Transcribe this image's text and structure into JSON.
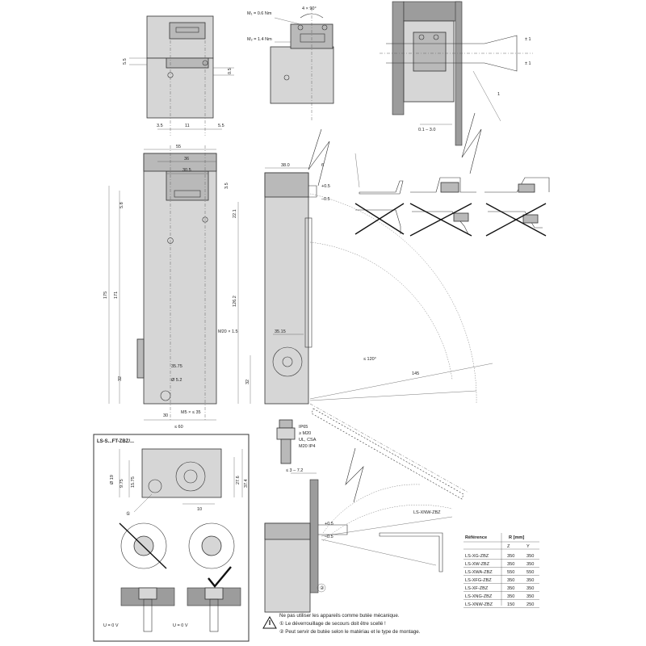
{
  "top_view": {
    "dims": [
      "5.5",
      "0.5",
      "3.5",
      "11",
      "5.5"
    ]
  },
  "torque_view": {
    "torque_1": "M₁ = 0.6 Nm",
    "torque_2": "M₂ = 1.4 Nm",
    "rotation": "4 × 90°"
  },
  "actuator_view": {
    "dims": [
      "± 1",
      "± 1",
      "0.1 – 3.0",
      "1"
    ]
  },
  "front_view": {
    "dims": [
      "55",
      "36",
      "30.5",
      "3.5",
      "22.1",
      "5.8",
      "175",
      "171",
      "126.2",
      "M20 × 1.5",
      "35.75",
      "Ø 5.2",
      "32",
      "30",
      "M5 × ≤ 35",
      "≤ 60"
    ]
  },
  "side_view": {
    "dims": [
      "38.0",
      "6",
      "+0.5",
      "–0.5",
      "35.15",
      "32",
      "≤ 120°",
      "145"
    ]
  },
  "gland_note": [
    "IP65",
    "≥ M20",
    "UL, CSA",
    "M20 IP4"
  ],
  "inset": {
    "title": "LS-S...FT-ZBZ/...",
    "dims": [
      "Ø 19",
      "9.75",
      "15.75",
      "37.4",
      "27.6",
      "10"
    ],
    "marker": "①",
    "label_u1": "U = 0 V",
    "label_u2": "U = 0 V"
  },
  "bottom_side": {
    "dim_top": "≤ 3 – 7.2",
    "offsets": [
      "+0.5",
      "–0.5"
    ],
    "part_ref": "LS-XNW-ZBZ",
    "marker": "②"
  },
  "radius_table": {
    "header": [
      "Référence",
      "R [mm]"
    ],
    "subheader": [
      "",
      "Z",
      "Y"
    ],
    "rows": [
      [
        "LS-XG-ZBZ",
        "350",
        "350"
      ],
      [
        "LS-XW-ZBZ",
        "350",
        "350"
      ],
      [
        "LS-XWA-ZBZ",
        "550",
        "550"
      ],
      [
        "LS-XFG-ZBZ",
        "350",
        "350"
      ],
      [
        "LS-XF-ZBZ",
        "350",
        "350"
      ],
      [
        "LS-XNG-ZBZ",
        "350",
        "350"
      ],
      [
        "LS-XNW-ZBZ",
        "150",
        "250"
      ]
    ]
  },
  "notes": [
    "Ne pas utiliser les appareils comme butée mécanique.",
    "① Le déverrouillage de secours doit être scellé !",
    "② Peut servir de butée selon le matériau et le type de montage."
  ],
  "warning_icon": "warning-triangle-icon",
  "check_icon": "checkmark-icon"
}
